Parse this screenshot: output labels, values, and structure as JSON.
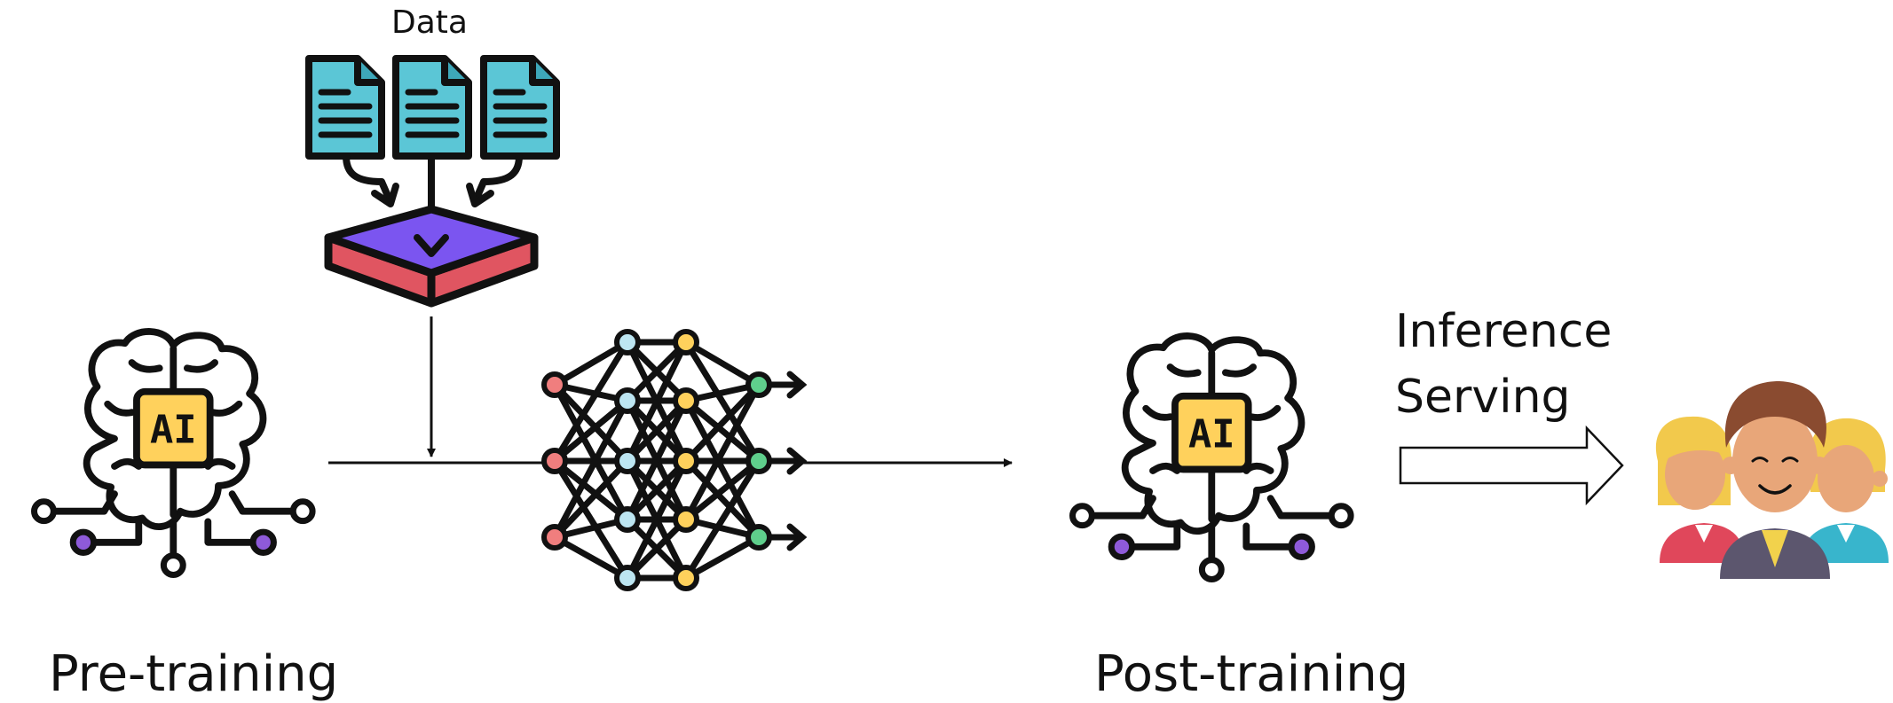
{
  "labels": {
    "data": "Data",
    "pretraining": "Pre-training",
    "posttraining": "Post-training",
    "inference_line1": "Inference",
    "inference_line2": "Serving"
  },
  "icons": {
    "brain_left": "ai-brain-icon",
    "brain_right": "ai-brain-icon",
    "brain_chip_text": "AI",
    "documents": "document-icon",
    "dataset": "dataset-box-icon",
    "network": "neural-network-icon",
    "users": "users-group-icon"
  },
  "colors": {
    "document": "#5bc6d6",
    "chip": "#ffd15c",
    "dataset_top": "#7b55f0",
    "dataset_side": "#e05561",
    "node_red": "#f07e7e",
    "node_blue": "#bde6f2",
    "node_yellow": "#ffd15c",
    "node_green": "#5fcf8c",
    "node_purple": "#8e5ad9",
    "stroke": "#111111"
  }
}
